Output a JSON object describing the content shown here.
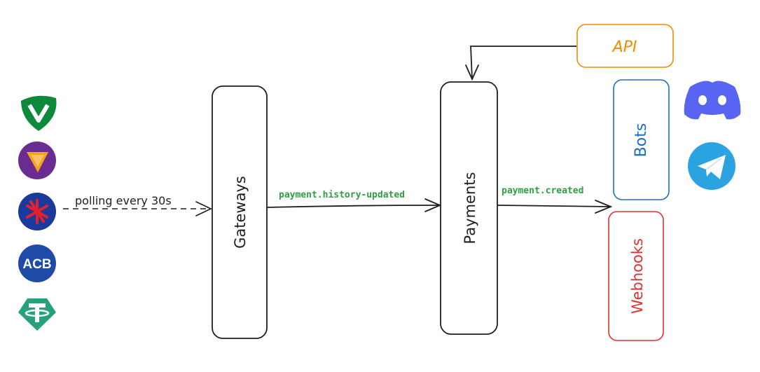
{
  "nodes": {
    "gateways": "Gateways",
    "payments": "Payments",
    "api": "API",
    "bots": "Bots",
    "webhooks": "Webhooks"
  },
  "edges": {
    "polling": "polling every 30s",
    "history_updated": "payment.history-updated",
    "created": "payment.created"
  },
  "logos": {
    "acb": "ACB"
  },
  "colors": {
    "stroke": "#1e1e1e",
    "event_label": "#2f9e44",
    "api": "#f08c00",
    "bots": "#1971c2",
    "webhooks": "#e03131",
    "discord": "#5865f2",
    "telegram": "#2aa3e0",
    "vietcombank": "#0b8a3a",
    "tpbank": "#6b2c91",
    "mbbank": "#1a3b9c",
    "acb": "#1f4aa8",
    "tether": "#26a17b"
  },
  "icons": [
    "vietcombank-logo",
    "tpbank-logo",
    "mbbank-logo",
    "acb-logo",
    "tether-logo",
    "discord-icon",
    "telegram-icon"
  ]
}
